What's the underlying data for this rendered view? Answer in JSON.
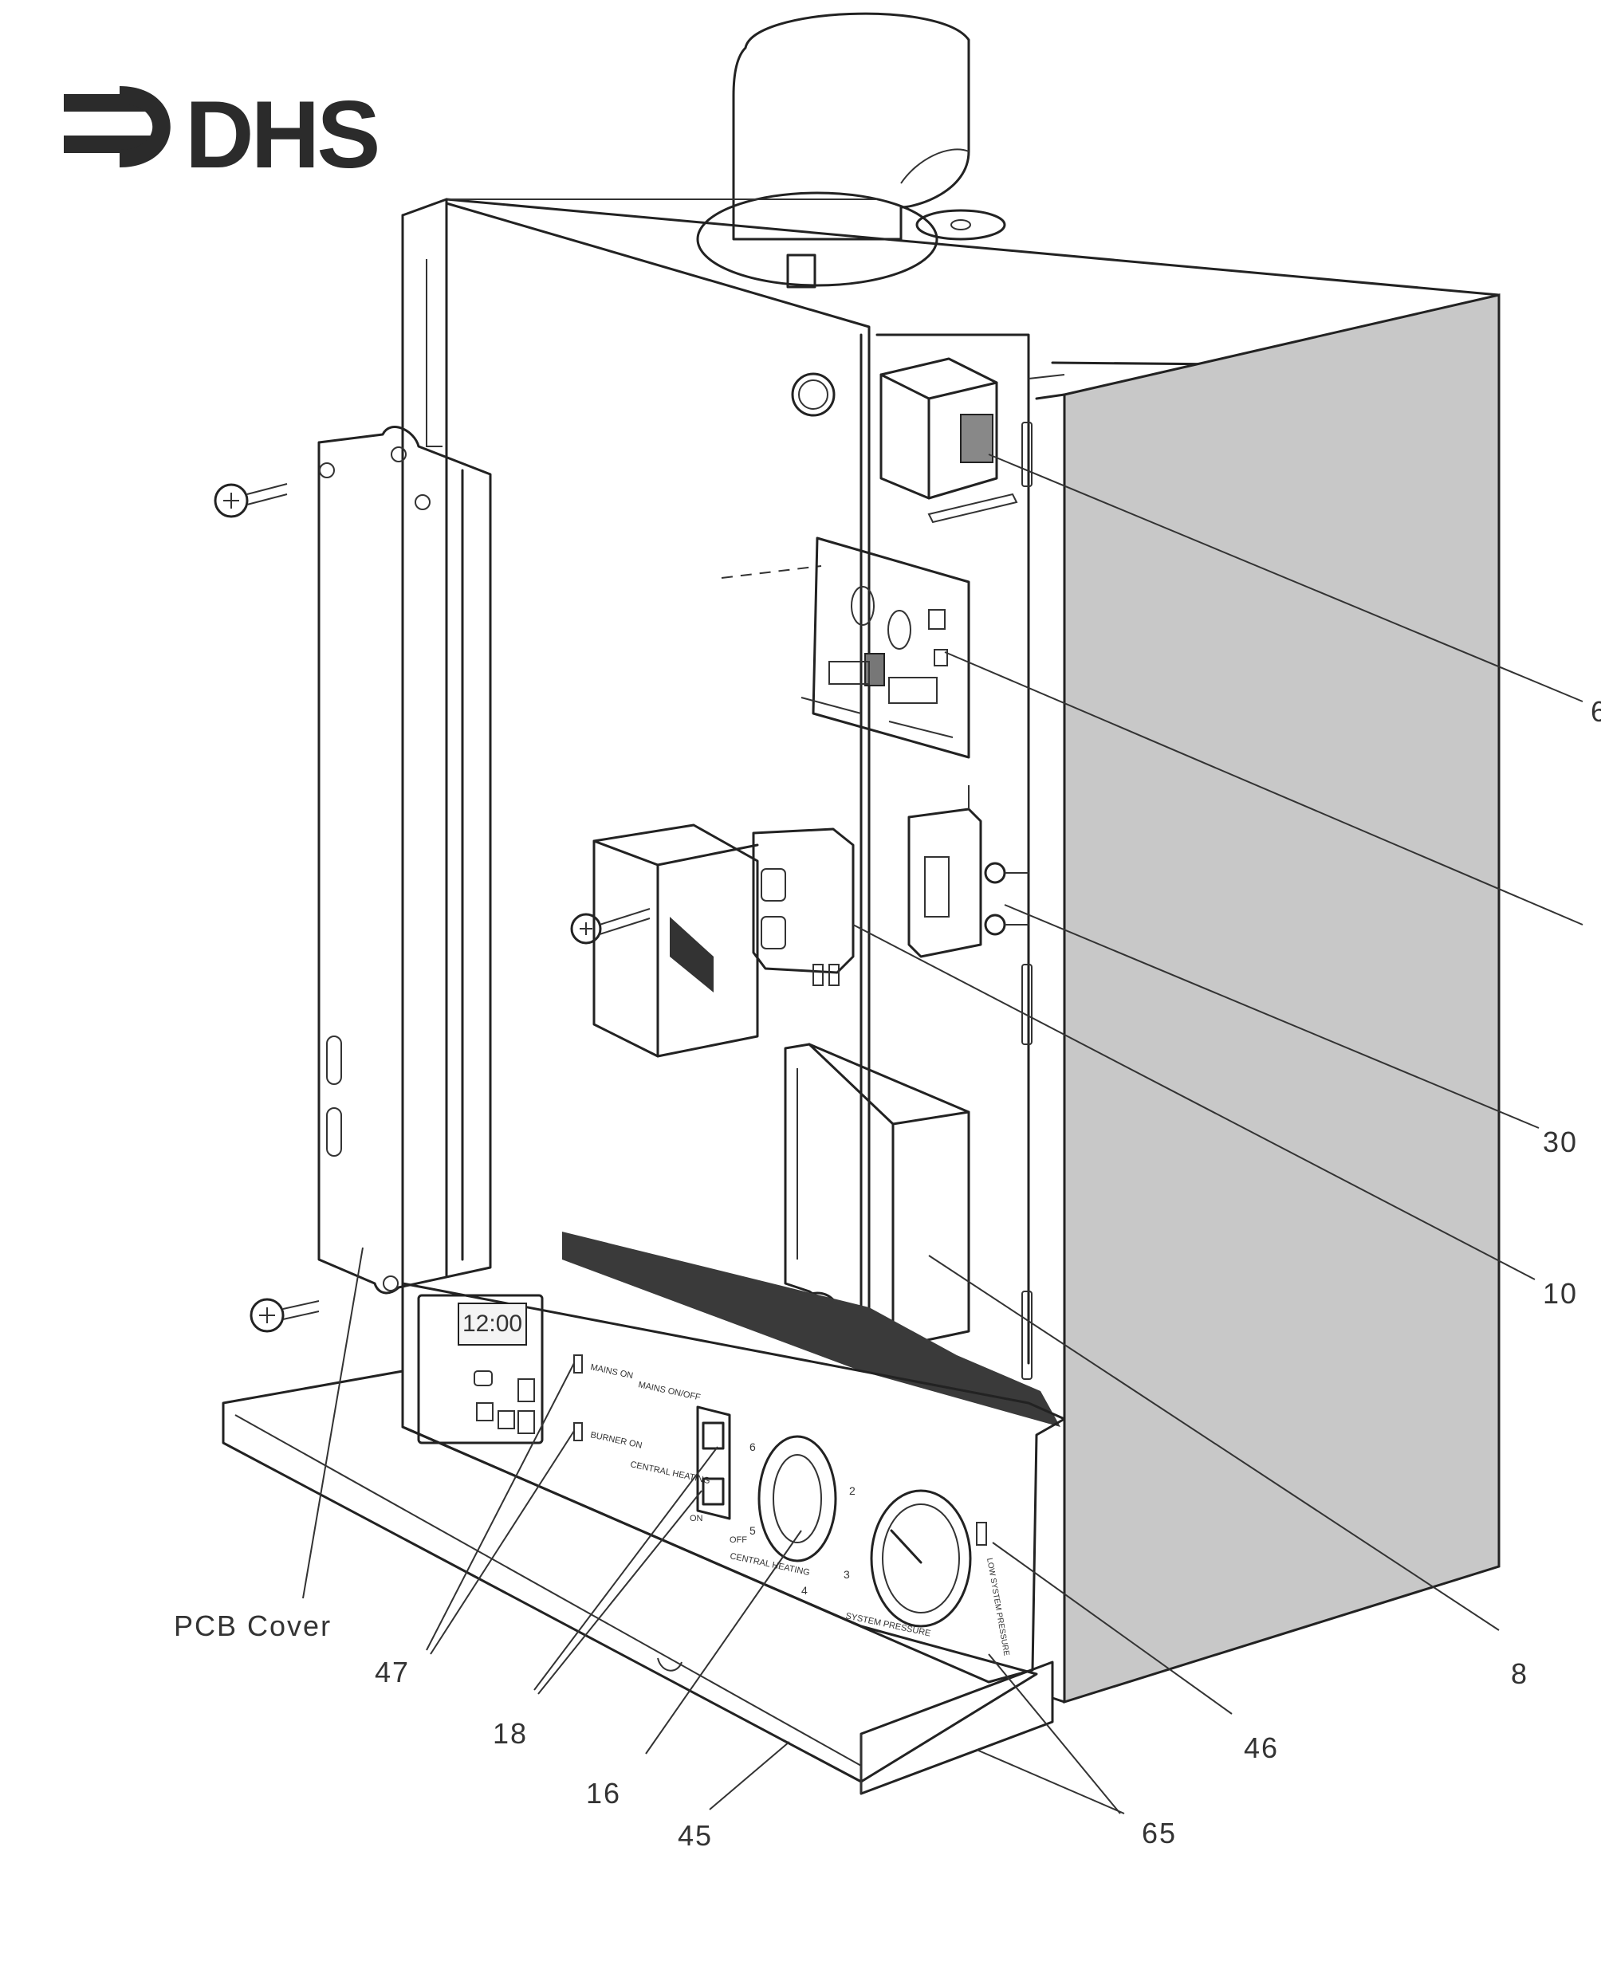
{
  "logo": {
    "text": "DHS"
  },
  "panel": {
    "display_time": "12:00",
    "mains_on": "MAINS ON",
    "burner_on": "BURNER ON",
    "mains_on_off": "MAINS ON/OFF",
    "central_heating": "CENTRAL HEATING",
    "switch_on": "ON",
    "switch_off": "OFF",
    "dial_label": "CENTRAL HEATING",
    "dial_numbers": [
      "6",
      "2",
      "5",
      "3",
      "4"
    ],
    "system_pressure": "SYSTEM PRESSURE",
    "low_system_pressure": "LOW SYSTEM PRESSURE"
  },
  "labels": {
    "pcb_cover": "PCB Cover",
    "c6": "6",
    "c30": "30",
    "c10": "10",
    "c8": "8",
    "c47": "47",
    "c18": "18",
    "c16": "16",
    "c45": "45",
    "c46": "46",
    "c65": "65"
  }
}
